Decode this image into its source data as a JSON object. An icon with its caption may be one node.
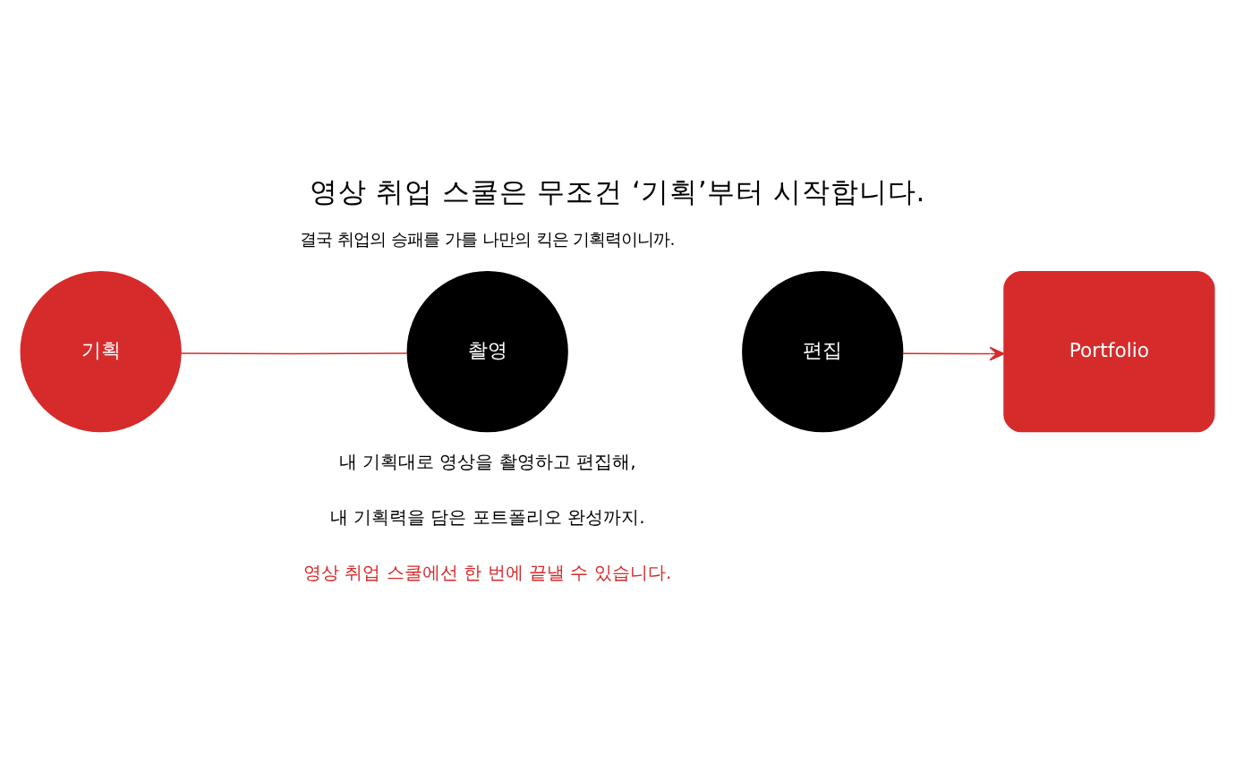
{
  "diagram": {
    "title": "영상 취업 스쿨은 무조건 ‘기획’부터 시작합니다.",
    "nodes": [
      {
        "text": [
          "기획"
        ]
      },
      {
        "text": [
          "촬영"
        ]
      },
      {
        "text": [
          "편집"
        ]
      },
      {
        "text": [
          "Portfolio"
        ]
      }
    ],
    "edges": [
      {
        "from": 0,
        "to": 1,
        "arrow": "none"
      },
      {
        "from": 2,
        "to": 3,
        "arrow": "to"
      }
    ],
    "labels": [
      "결국 취업의 승패를 가를 나만의 킥은 기획력이니까.",
      "내 기획대로 영상을 촬영하고 편집해,",
      "내 기획력을 담은 포트폴리오 완성까지.",
      "영상 취업 스쿨에선 한 번에 끝낼 수 있습니다."
    ]
  }
}
